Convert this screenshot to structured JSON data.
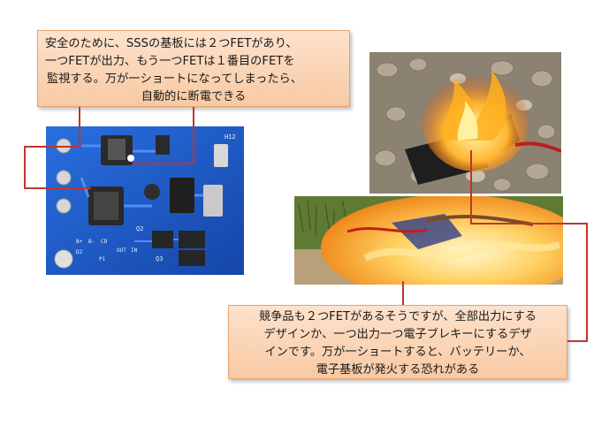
{
  "callout_top": {
    "lines": [
      "安全のために、SSSの基板には２つFETがあり、",
      "一つFETが出力、もう一つFETは１番目のFETを",
      "監視する。万が一ショートになってしまったら、",
      "自動的に断電できる"
    ]
  },
  "callout_bottom": {
    "lines": [
      "競争品も２つFETがあるそうですが、全部出力にする",
      "デザインか、一つ出力一つ電子ブレキーにするデザ",
      "インです。万が一ショートすると、バッテリーか、",
      "電子基板が発火する恐れがある"
    ]
  },
  "board_photo": {
    "silk_labels": [
      "H12",
      "Q2",
      "B+",
      "B-",
      "CD",
      "OUT",
      "IN",
      "D2",
      "P1",
      "Q3"
    ]
  },
  "colors": {
    "connector": "#c0352b",
    "callout_border": "#e3a46f"
  }
}
